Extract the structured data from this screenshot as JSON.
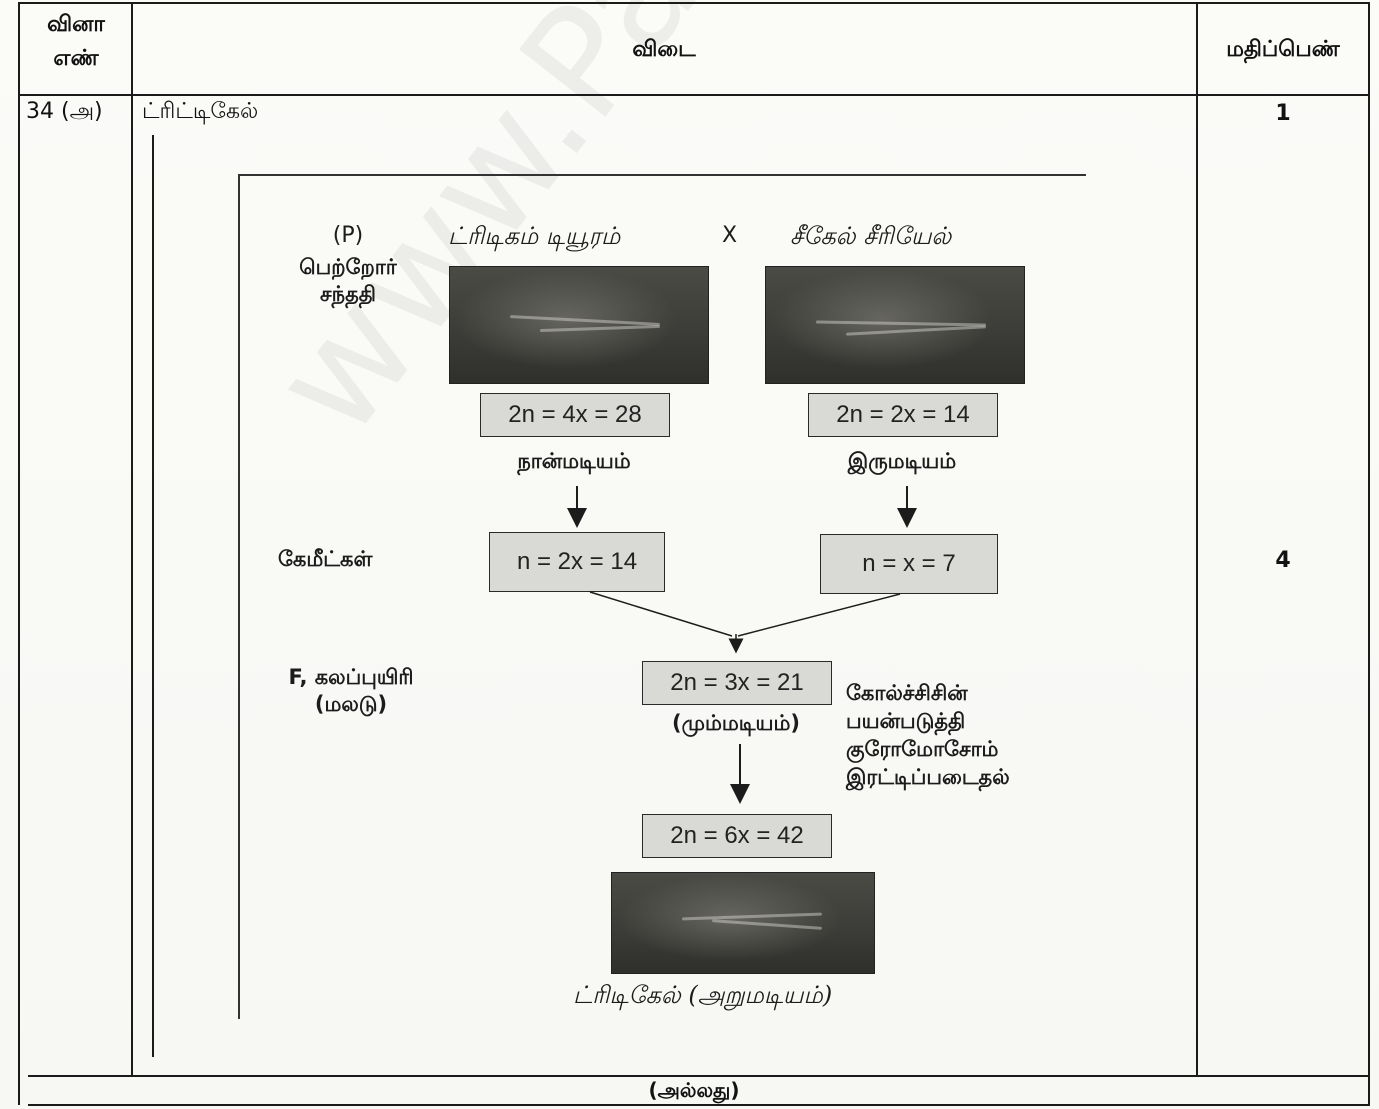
{
  "table": {
    "headers": {
      "question_no": "வினா\nஎண்",
      "answer": "விடை",
      "marks": "மதிப்பெண்"
    },
    "row": {
      "question_no": "34 (அ)",
      "answer_title": "ட்ரிட்டிகேல்",
      "mark_1": "1",
      "mark_2": "4"
    },
    "footer": "(அல்லது)"
  },
  "figure": {
    "p_label": "(P)",
    "parents_label": "பெற்றோர்\nசந்ததி",
    "parent1_name": "ட்ரிடிகம் டியூரம்",
    "cross_symbol": "X",
    "parent2_name": "சீகேல் சீரியேல்",
    "parent1_formula": "2n = 4x = 28",
    "parent2_formula": "2n = 2x = 14",
    "parent1_ploidy": "நான்மடியம்",
    "parent2_ploidy": "இருமடியம்",
    "gametes_label": "கேமீட்கள்",
    "gamete1_formula": "n = 2x = 14",
    "gamete2_formula": "n = x = 7",
    "f1_label": "F, கலப்புயிரி\n(மலடு)",
    "f1_formula": "2n = 3x = 21",
    "f1_ploidy": "(மும்மடியம்)",
    "colchicine_note": "கோல்ச்சிசின்\nபயன்படுத்தி\nகுரோமோசோம்\nஇரட்டிப்படைதல்",
    "final_formula": "2n = 6x = 42",
    "final_name": "ட்ரிடிகேல் (அறுமடியம்)"
  },
  "watermark": "www.Padasalai"
}
